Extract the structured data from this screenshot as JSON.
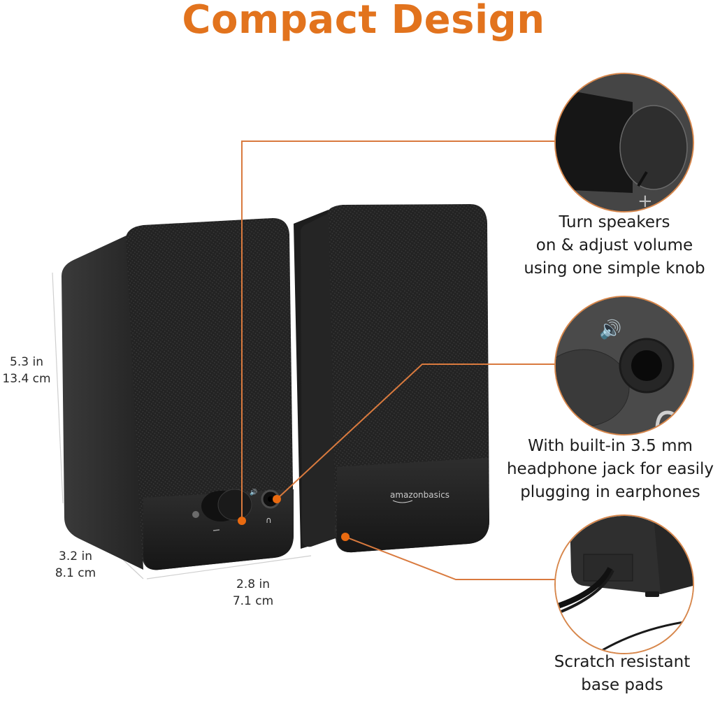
{
  "title": "Compact Design",
  "colors": {
    "accent": "#e2731d",
    "leader_line": "#d97a3e",
    "speaker_body": "#2b2b2b",
    "speaker_grille": "#1f1f1f",
    "dimension_line": "#c8c8c8"
  },
  "dimensions": {
    "height": {
      "imperial": "5.3 in",
      "metric": "13.4 cm"
    },
    "depth": {
      "imperial": "3.2 in",
      "metric": "8.1 cm"
    },
    "width": {
      "imperial": "2.8 in",
      "metric": "7.1 cm"
    }
  },
  "product": {
    "brand_logo": "amazonbasics",
    "left_speaker": {
      "controls": [
        "power-led",
        "volume-knob",
        "speaker-icon",
        "headphone-jack",
        "headphone-icon"
      ],
      "knob_markings": {
        "minus": "−",
        "plus": "+"
      }
    }
  },
  "features": [
    {
      "id": "volume-knob",
      "caption_lines": [
        "Turn speakers",
        "on & adjust volume",
        "using one simple knob"
      ],
      "icon": "volume-knob-icon"
    },
    {
      "id": "headphone-jack",
      "caption_lines": [
        "With built-in 3.5 mm",
        "headphone jack for easily",
        "plugging in earphones"
      ],
      "icon": "headphone-jack-icon"
    },
    {
      "id": "base-pads",
      "caption_lines": [
        "Scratch resistant",
        "base pads"
      ],
      "icon": "base-pad-icon"
    }
  ]
}
